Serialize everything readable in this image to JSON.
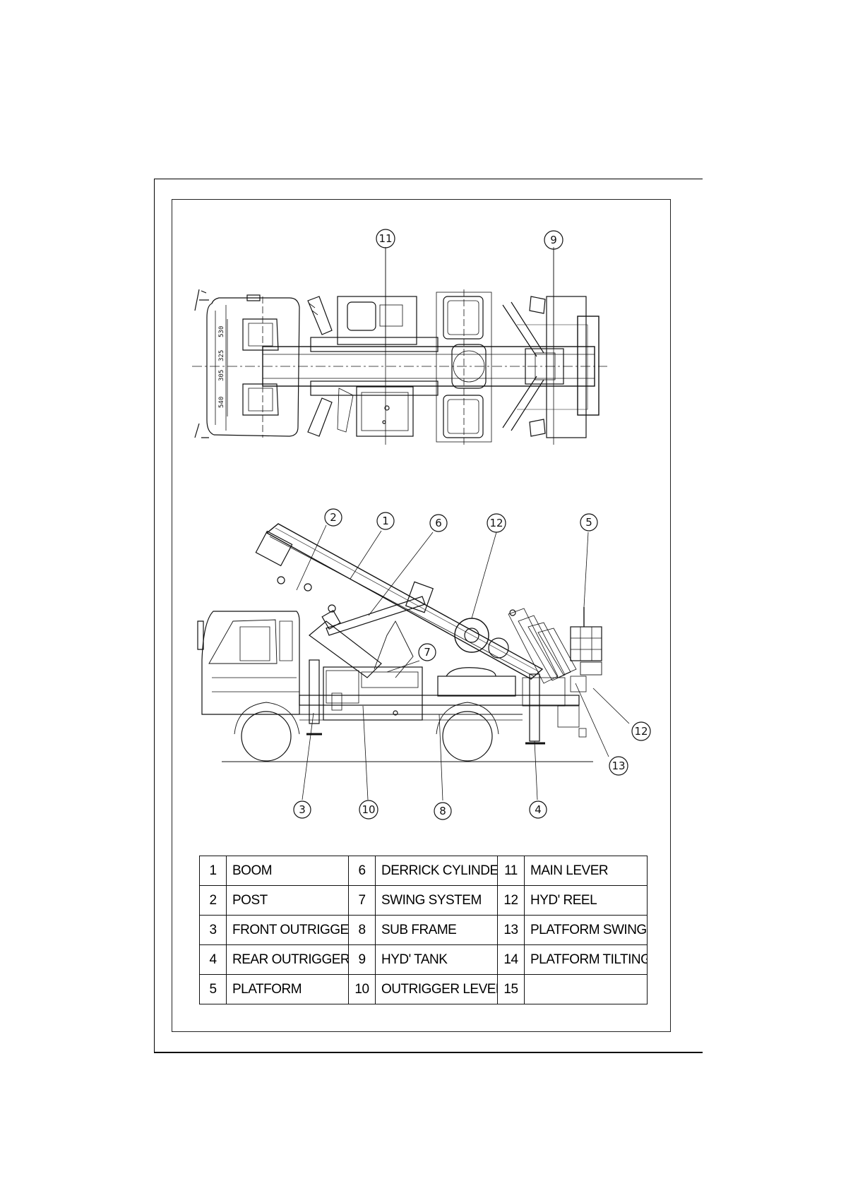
{
  "diagram": {
    "callouts_top": [
      "11",
      "9"
    ],
    "callouts_side": [
      "2",
      "1",
      "6",
      "12",
      "5",
      "7",
      "12",
      "13",
      "3",
      "10",
      "8",
      "4"
    ]
  },
  "parts_table": {
    "rows": [
      [
        {
          "no": "1",
          "name": "BOOM"
        },
        {
          "no": "6",
          "name": "DERRICK CYLINDER"
        },
        {
          "no": "11",
          "name": "MAIN LEVER"
        }
      ],
      [
        {
          "no": "2",
          "name": "POST"
        },
        {
          "no": "7",
          "name": "SWING SYSTEM"
        },
        {
          "no": "12",
          "name": "HYD' REEL"
        }
      ],
      [
        {
          "no": "3",
          "name": "FRONT OUTRIGGER"
        },
        {
          "no": "8",
          "name": "SUB FRAME"
        },
        {
          "no": "13",
          "name": "PLATFORM SWING"
        }
      ],
      [
        {
          "no": "4",
          "name": "REAR OUTRIGGER"
        },
        {
          "no": "9",
          "name": "HYD' TANK"
        },
        {
          "no": "14",
          "name": "PLATFORM TILTING"
        }
      ],
      [
        {
          "no": "5",
          "name": "PLATFORM"
        },
        {
          "no": "10",
          "name": "OUTRIGGER LEVER"
        },
        {
          "no": "15",
          "name": ""
        }
      ]
    ]
  }
}
